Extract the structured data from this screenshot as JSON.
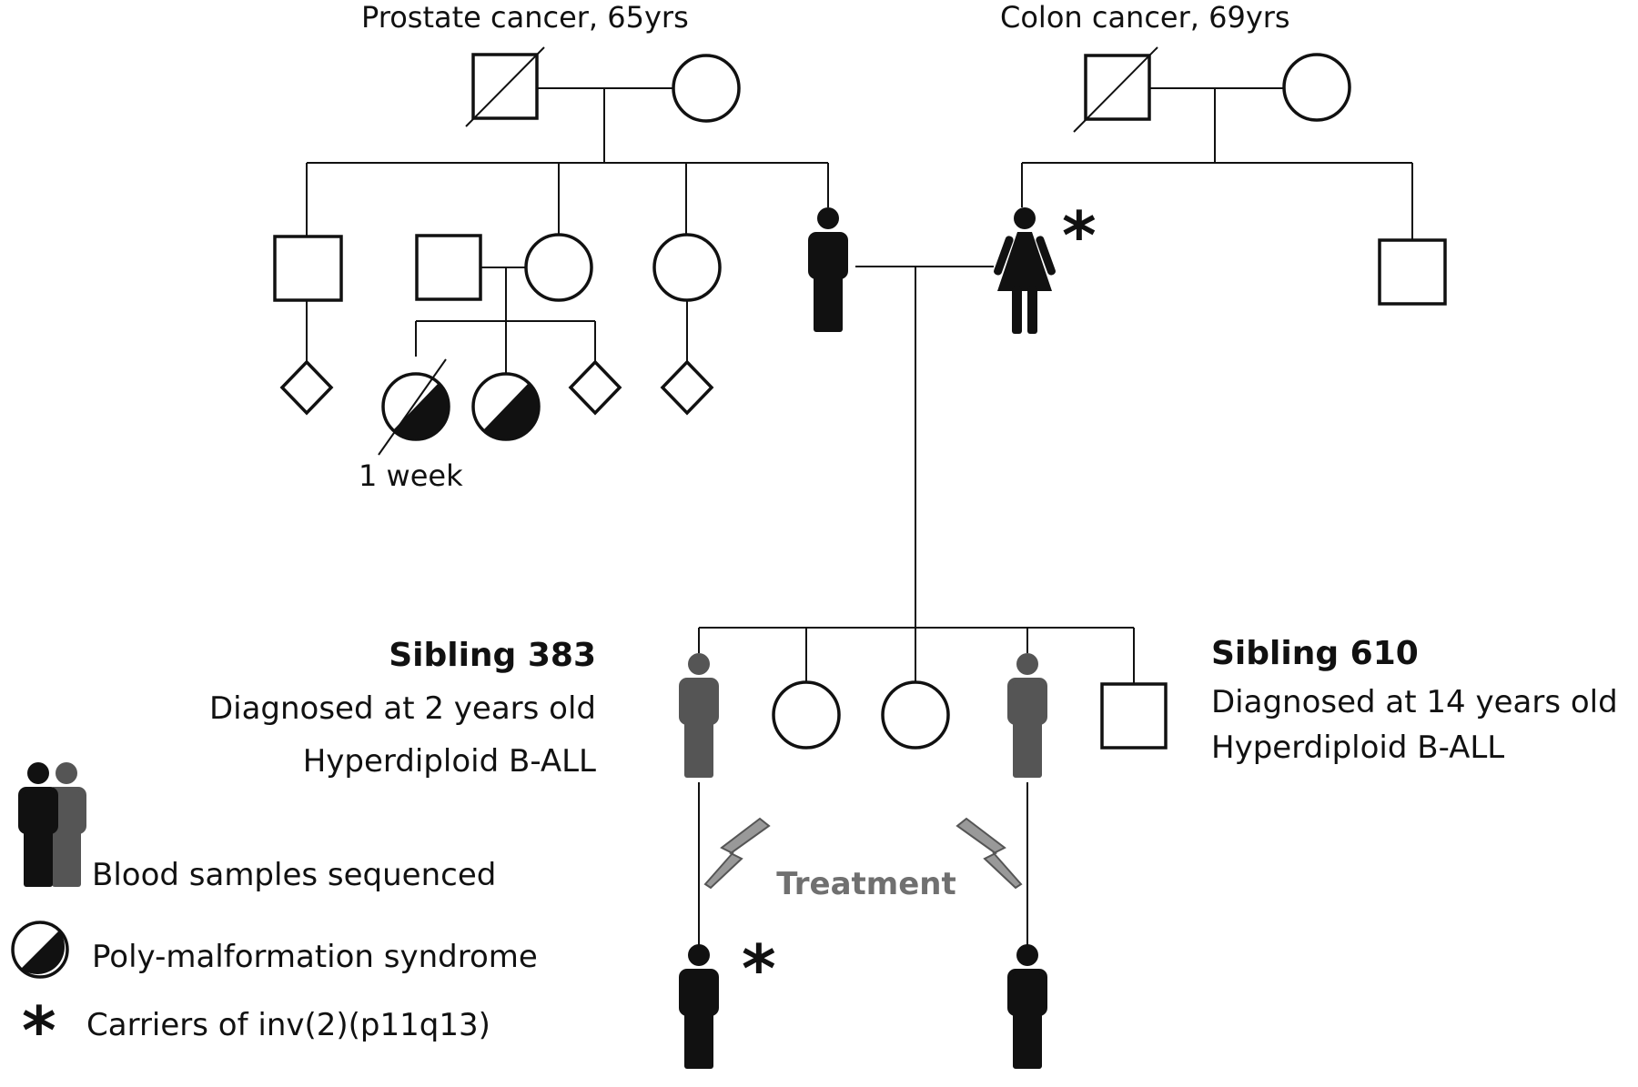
{
  "generation1": {
    "left_couple_label": "Prostate cancer, 65yrs",
    "right_couple_label": "Colon cancer, 69yrs"
  },
  "generation3": {
    "deceased_label": "1 week"
  },
  "siblings": {
    "sibling_383": {
      "title": "Sibling 383",
      "diagnosis": "Diagnosed at 2 years old",
      "subtype": "Hyperdiploid B-ALL"
    },
    "sibling_610": {
      "title": "Sibling 610",
      "diagnosis": "Diagnosed at 14 years old",
      "subtype": "Hyperdiploid B-ALL"
    }
  },
  "treatment_label": "Treatment",
  "carrier_marker": "*",
  "legend": {
    "blood_samples": "Blood samples sequenced",
    "poly_malformation": "Poly-malformation syndrome",
    "carrier_symbol": "*",
    "carriers": "Carriers of inv(2)(p11q13)"
  },
  "colors": {
    "affected": "#111111",
    "leukemia_sample": "#555555",
    "lightning_fill": "#999999",
    "treatment_text": "#707070"
  }
}
